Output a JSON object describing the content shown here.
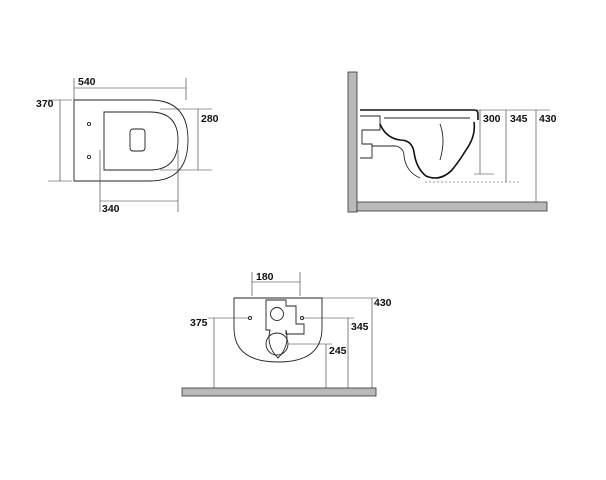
{
  "top_view": {
    "dims": {
      "width": "540",
      "depth": "370",
      "seat_width": "280",
      "center_offset": "340"
    }
  },
  "side_view": {
    "dims": {
      "h1": "300",
      "h2": "345",
      "h3": "430"
    }
  },
  "rear_view": {
    "dims": {
      "top_width": "180",
      "left_height": "375",
      "height_345": "345",
      "height_245": "245",
      "overall_height": "430"
    }
  },
  "colors": {
    "wall_fill": "#b9b9b9",
    "line": "#222222"
  }
}
